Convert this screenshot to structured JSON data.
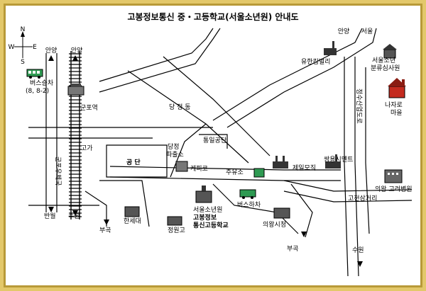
{
  "title": "고봉정보통신 중・고등학교(서울소년원) 안내도",
  "compass": {
    "n": "N",
    "s": "S",
    "w": "W",
    "e": "E"
  },
  "labels": {
    "anyang_top_left": "안양",
    "anyang_top_mid": "안양",
    "anyang_top_right": "안양",
    "seoul_top_right": "서울",
    "bus_stop_left": "버스승차",
    "bus_numbers": "(8, 8-2)",
    "gunpo_station": "군포역",
    "dangjeong_dong": "당 정 동",
    "overpass": "고가",
    "gunpo_road": "군포우체국",
    "industrial_complex": "공 단",
    "dangjeong_substation": "당정",
    "dangjeong_substation2": "파출소",
    "kemiko": "케피코",
    "tongil_industry": "통일공단",
    "gas_station": "주유소",
    "jeil_textile": "제일모직",
    "ssangyong_cement": "쌍용시멘트",
    "yuhan_kimberly": "유한킴벌리",
    "seoul_youth": "서울소년",
    "youth_center": "분류심사원",
    "naja_village": "나자로",
    "naja_village2": "마을",
    "sutaesan_road": "정수산업도로",
    "uiwang_hospital": "의왕 고려병원",
    "gocheon_junction": "고천삼거리",
    "bus_dropoff": "버스하차",
    "seoul_youth_center": "서울소년원",
    "school_name_1": "고봉정보",
    "school_name_2": "통신고등학교",
    "uiwang_city_hall": "의왕시청",
    "hansei_univ": "한세대",
    "jeongwon_high": "정원고",
    "bugok_left": "부곡",
    "bugok_bottom": "부곡",
    "banwol": "반월",
    "suwon_left": "수원",
    "suwon_bottom": "수원"
  },
  "colors": {
    "frame_outer": "#e3c86a",
    "frame_inner": "#b89a38",
    "accent_red": "#c42b1f",
    "bus_green": "#2e9a52",
    "road": "#000000"
  }
}
